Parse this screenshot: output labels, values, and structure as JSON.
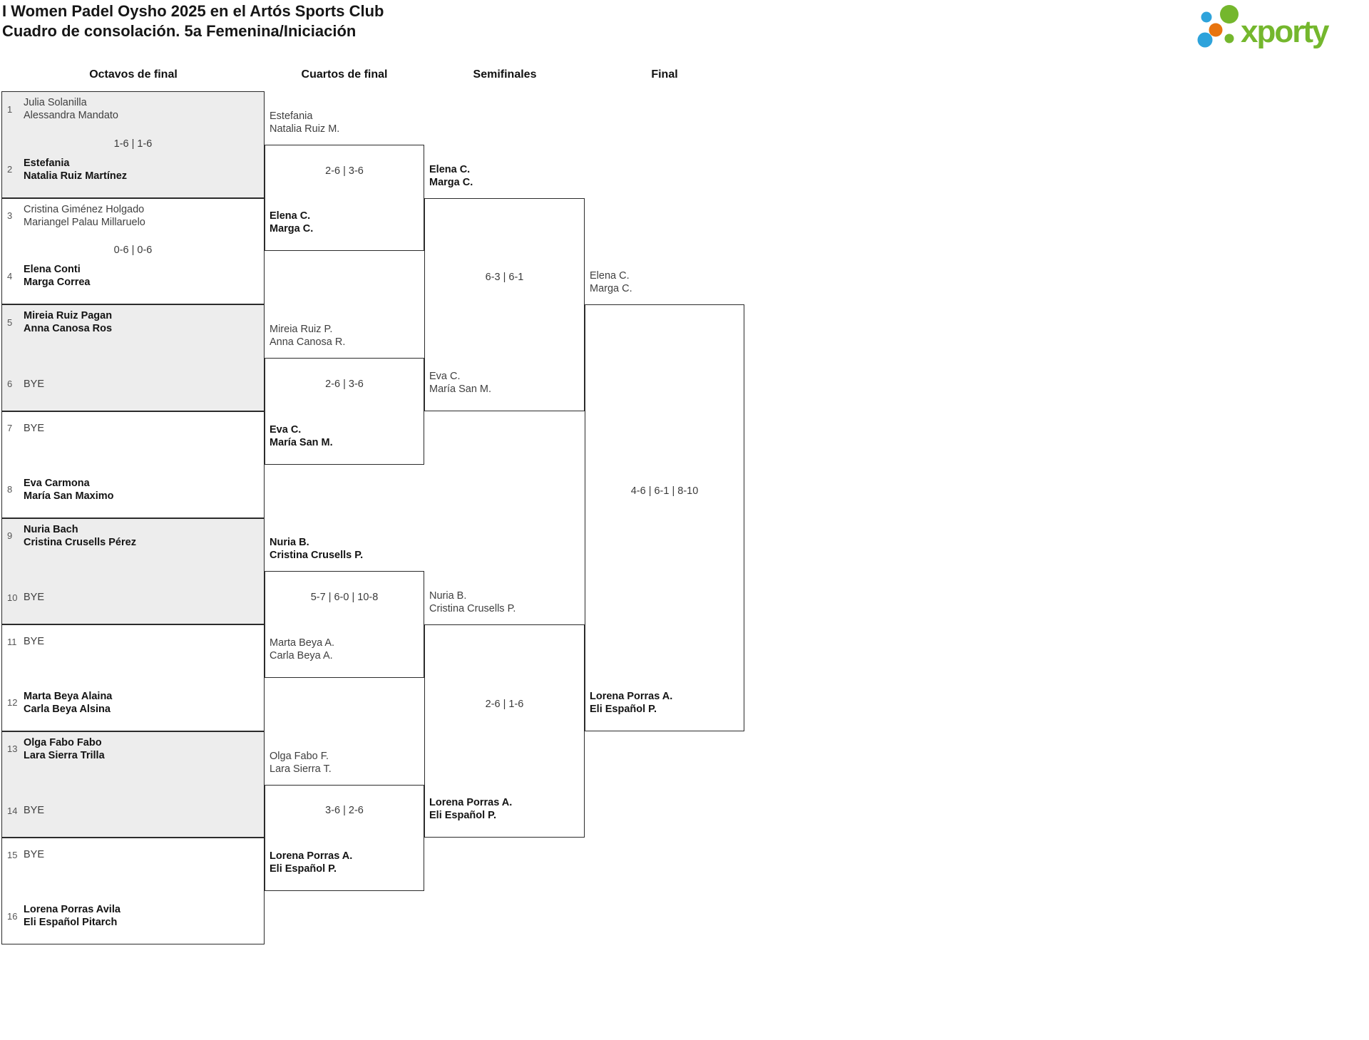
{
  "header": {
    "title_line1": "I Women Padel Oysho 2025 en el Artós Sports Club",
    "title_line2": "Cuadro de consolación. 5a Femenina/Iniciación"
  },
  "logo": {
    "text": "xporty",
    "colors": {
      "green": "#74b72d",
      "blue": "#2ea3db",
      "orange": "#e8740e"
    }
  },
  "colors": {
    "shade": "#ededed",
    "line": "#2b2b2b"
  },
  "rounds": [
    "Octavos de final",
    "Cuartos de final",
    "Semifinales",
    "Final"
  ],
  "bracket": {
    "r16": [
      {
        "shaded": true,
        "score": "1-6 | 1-6",
        "top": {
          "seed": "1",
          "lines": [
            "Julia Solanilla",
            "Alessandra Mandato"
          ],
          "winner": false
        },
        "bottom": {
          "seed": "2",
          "lines": [
            "Estefania",
            "Natalia Ruiz Martínez"
          ],
          "winner": true
        }
      },
      {
        "shaded": false,
        "score": "0-6 | 0-6",
        "top": {
          "seed": "3",
          "lines": [
            "Cristina Giménez Holgado",
            "Mariangel Palau Millaruelo"
          ],
          "winner": false
        },
        "bottom": {
          "seed": "4",
          "lines": [
            "Elena Conti",
            "Marga Correa"
          ],
          "winner": true
        }
      },
      {
        "shaded": true,
        "score": null,
        "top": {
          "seed": "5",
          "lines": [
            "Mireia Ruiz Pagan",
            "Anna Canosa Ros"
          ],
          "winner": true
        },
        "bottom": {
          "seed": "6",
          "lines": [
            "BYE"
          ],
          "winner": false
        }
      },
      {
        "shaded": false,
        "score": null,
        "top": {
          "seed": "7",
          "lines": [
            "BYE"
          ],
          "winner": false
        },
        "bottom": {
          "seed": "8",
          "lines": [
            "Eva Carmona",
            "María San Maximo"
          ],
          "winner": true
        }
      },
      {
        "shaded": true,
        "score": null,
        "top": {
          "seed": "9",
          "lines": [
            "Nuria Bach",
            "Cristina Crusells Pérez"
          ],
          "winner": true
        },
        "bottom": {
          "seed": "10",
          "lines": [
            "BYE"
          ],
          "winner": false
        }
      },
      {
        "shaded": false,
        "score": null,
        "top": {
          "seed": "11",
          "lines": [
            "BYE"
          ],
          "winner": false
        },
        "bottom": {
          "seed": "12",
          "lines": [
            "Marta Beya Alaina",
            "Carla Beya Alsina"
          ],
          "winner": true
        }
      },
      {
        "shaded": true,
        "score": null,
        "top": {
          "seed": "13",
          "lines": [
            "Olga Fabo Fabo",
            "Lara Sierra Trilla"
          ],
          "winner": true
        },
        "bottom": {
          "seed": "14",
          "lines": [
            "BYE"
          ],
          "winner": false
        }
      },
      {
        "shaded": false,
        "score": null,
        "top": {
          "seed": "15",
          "lines": [
            "BYE"
          ],
          "winner": false
        },
        "bottom": {
          "seed": "16",
          "lines": [
            "Lorena Porras Avila",
            "Eli Español Pitarch"
          ],
          "winner": true
        }
      }
    ],
    "quarterfinals": [
      {
        "score": "2-6 | 3-6",
        "top": {
          "lines": [
            "Estefania",
            "Natalia Ruiz M."
          ],
          "winner": false
        },
        "bottom": {
          "lines": [
            "Elena C.",
            "Marga C."
          ],
          "winner": true
        }
      },
      {
        "score": "2-6 | 3-6",
        "top": {
          "lines": [
            "Mireia Ruiz P.",
            "Anna Canosa R."
          ],
          "winner": false
        },
        "bottom": {
          "lines": [
            "Eva C.",
            "María San M."
          ],
          "winner": true
        }
      },
      {
        "score": "5-7 | 6-0 | 10-8",
        "top": {
          "lines": [
            "Nuria B.",
            "Cristina Crusells P."
          ],
          "winner": true
        },
        "bottom": {
          "lines": [
            "Marta Beya A.",
            "Carla Beya A."
          ],
          "winner": false
        }
      },
      {
        "score": "3-6 | 2-6",
        "top": {
          "lines": [
            "Olga Fabo F.",
            "Lara Sierra T."
          ],
          "winner": false
        },
        "bottom": {
          "lines": [
            "Lorena Porras A.",
            "Eli Español P."
          ],
          "winner": true
        }
      }
    ],
    "semifinals": [
      {
        "score": "6-3 | 6-1",
        "top": {
          "lines": [
            "Elena C.",
            "Marga C."
          ],
          "winner": true
        },
        "bottom": {
          "lines": [
            "Eva C.",
            "María San M."
          ],
          "winner": false
        }
      },
      {
        "score": "2-6 | 1-6",
        "top": {
          "lines": [
            "Nuria B.",
            "Cristina Crusells P."
          ],
          "winner": false
        },
        "bottom": {
          "lines": [
            "Lorena Porras A.",
            "Eli Español P."
          ],
          "winner": true
        }
      }
    ],
    "final": [
      {
        "score": "4-6 | 6-1 | 8-10",
        "top": {
          "lines": [
            "Elena C.",
            "Marga C."
          ],
          "winner": false
        },
        "bottom": {
          "lines": [
            "Lorena Porras A.",
            "Eli Español P."
          ],
          "winner": true
        }
      }
    ]
  }
}
